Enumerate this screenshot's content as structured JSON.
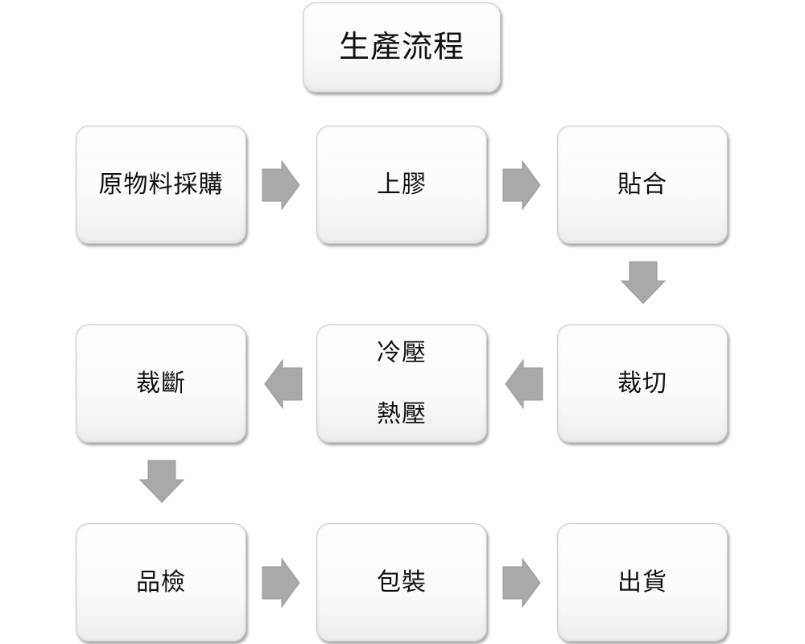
{
  "title": "生產流程",
  "steps": {
    "purchase": "原物料採購",
    "glue": "上膠",
    "laminate": "貼合",
    "cut": "裁切",
    "cold_press": "冷壓",
    "hot_press": "熱壓",
    "trim": "裁斷",
    "inspect": "品檢",
    "pack": "包裝",
    "ship": "出貨"
  },
  "colors": {
    "arrow": "#a9a9a9",
    "box_border": "#c9c9c9",
    "text": "#111111"
  }
}
